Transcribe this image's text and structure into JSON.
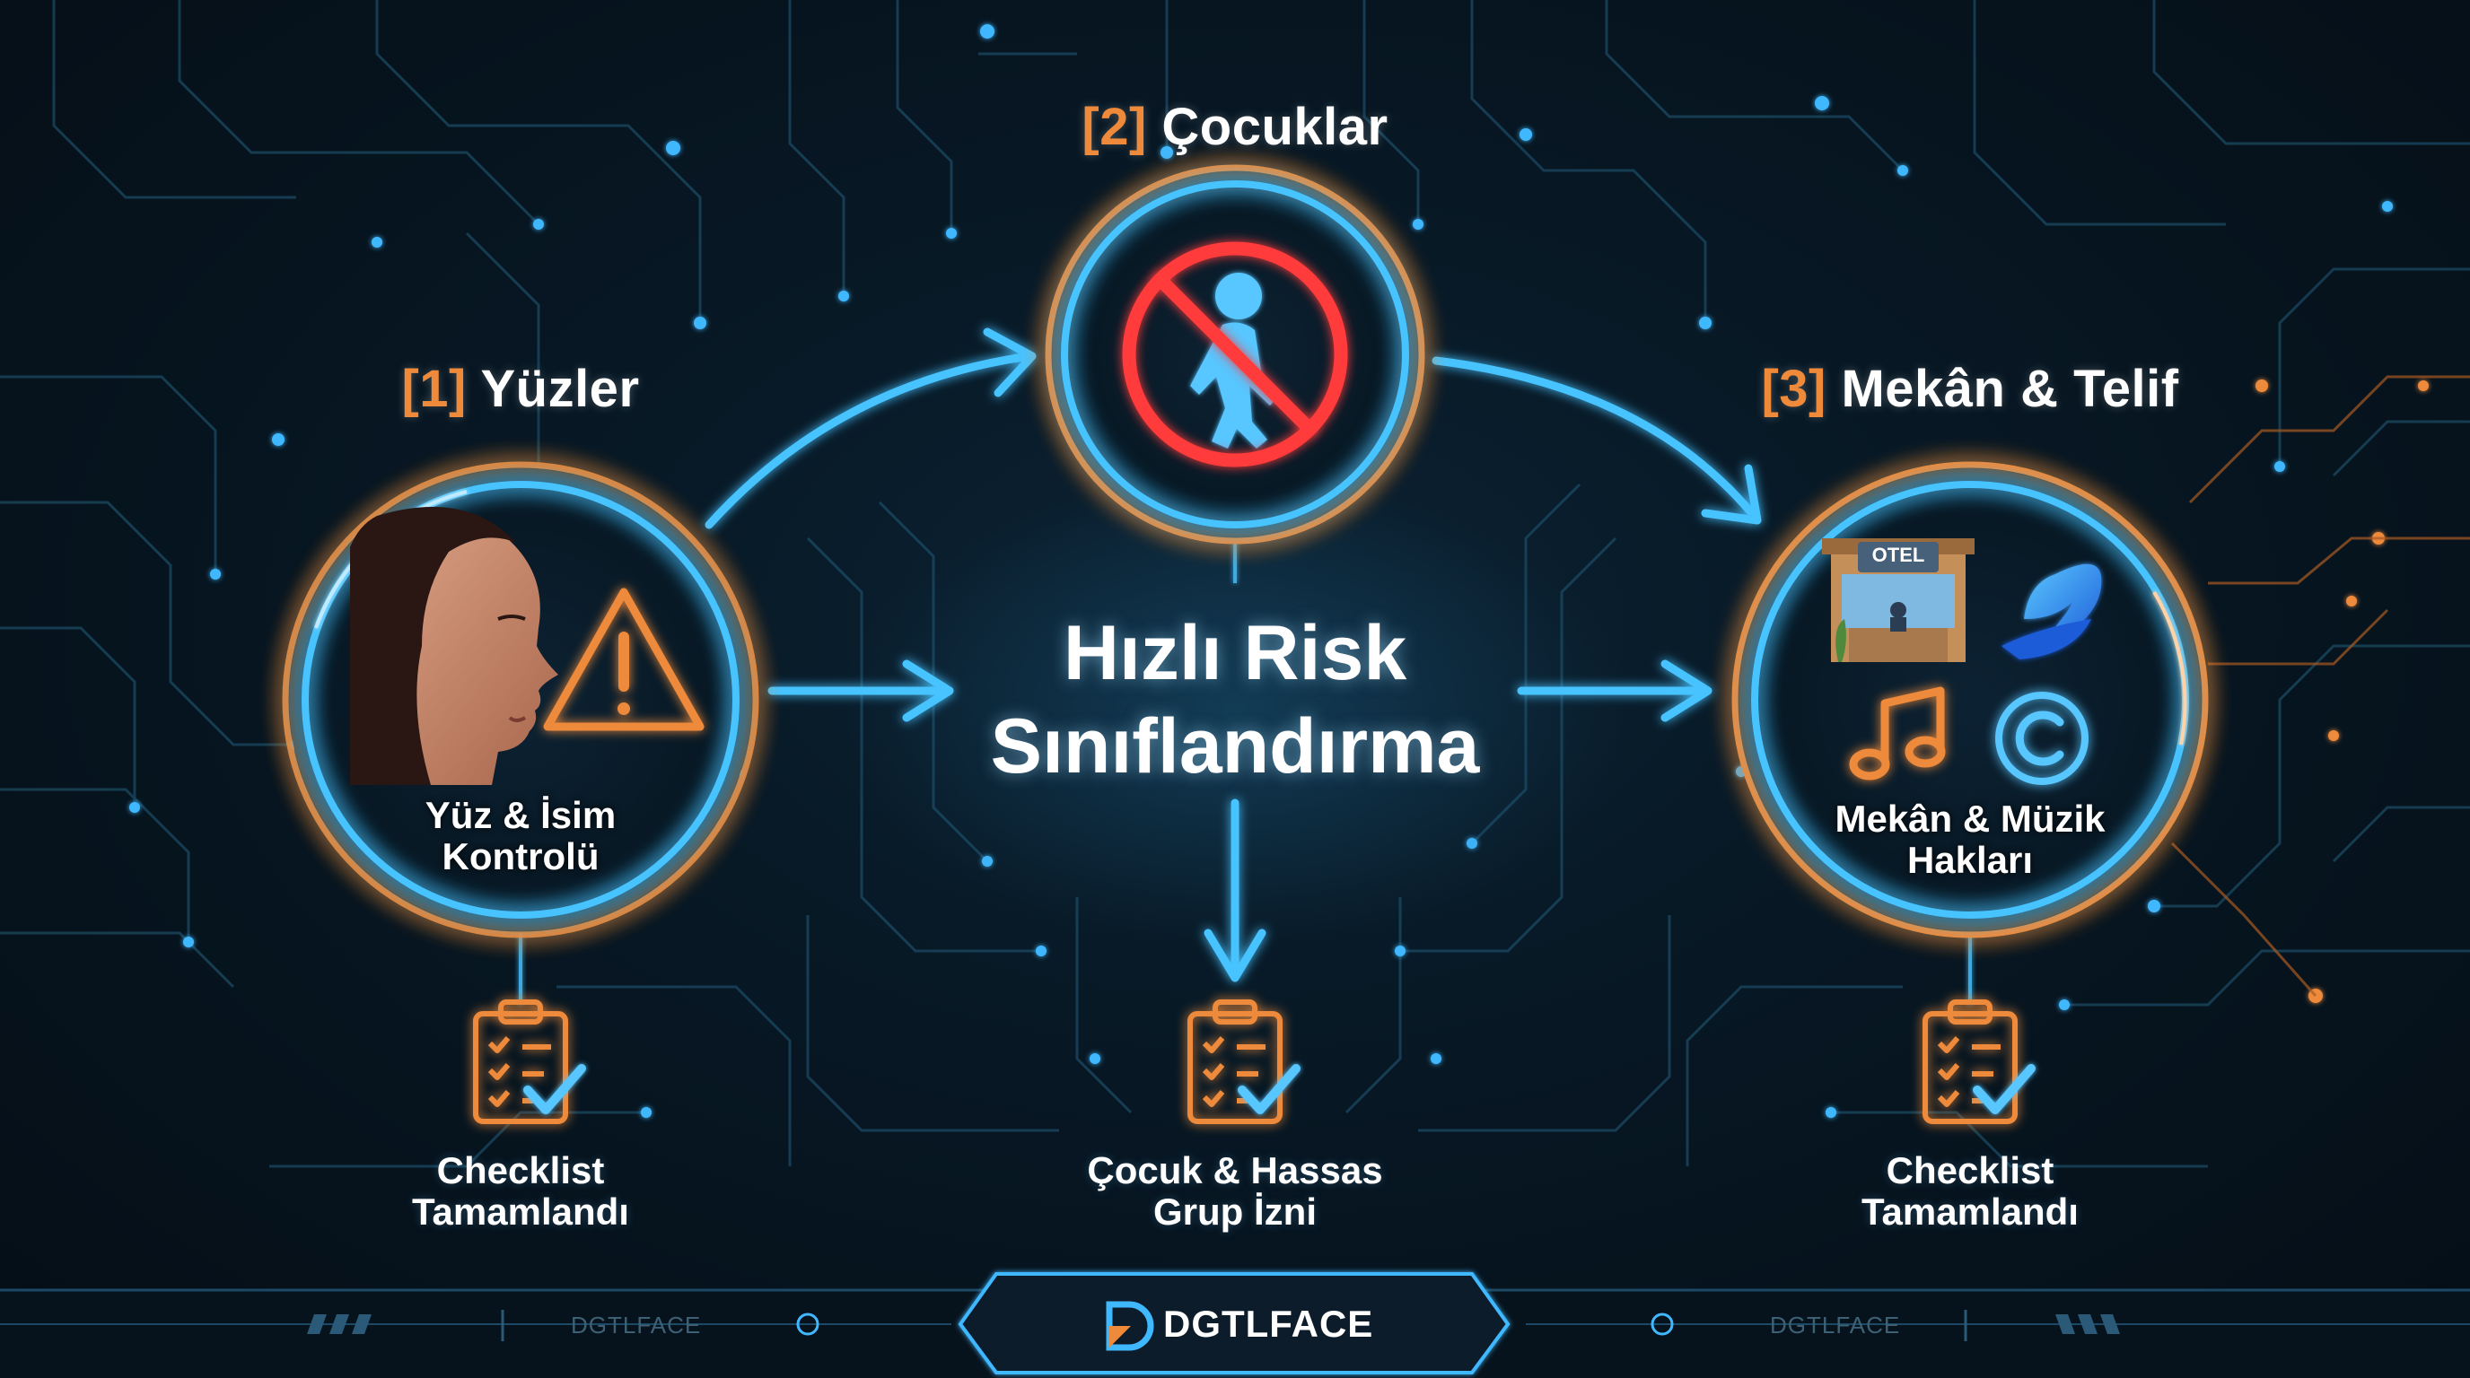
{
  "colors": {
    "background": "#071723",
    "blue_glow": "#3fb8ff",
    "orange_glow": "#ee8a3a",
    "red_prohibit": "#ff3b3b",
    "text": "#ffffff",
    "footer_text": "#3d6075"
  },
  "steps": [
    {
      "number": "[1]",
      "title": "Yüzler",
      "subtitle_line1": "Yüz & İsim",
      "subtitle_line2": "Kontrolü",
      "icons": [
        "face-profile-icon",
        "warning-triangle-icon"
      ]
    },
    {
      "number": "[2]",
      "title": "Çocuklar",
      "icons": [
        "no-children-icon"
      ]
    },
    {
      "number": "[3]",
      "title": "Mekân & Telif",
      "subtitle_line1": "Mekân & Müzik",
      "subtitle_line2": "Hakları",
      "icons": [
        "hotel-icon",
        "brand-logo-icon",
        "music-note-icon",
        "copyright-icon"
      ],
      "hotel_sign": "OTEL"
    }
  ],
  "center": {
    "line1": "Hızlı Risk",
    "line2": "Sınıflandırma"
  },
  "checklists": [
    {
      "line1": "Checklist",
      "line2": "Tamamlandı"
    },
    {
      "line1": "Çocuk & Hassas",
      "line2": "Grup İzni"
    },
    {
      "line1": "Checklist",
      "line2": "Tamamlandı"
    }
  ],
  "footer": {
    "mark_left": "DGTLFACE",
    "mark_right": "DGTLFACE",
    "brand": "DGTLFACE"
  }
}
